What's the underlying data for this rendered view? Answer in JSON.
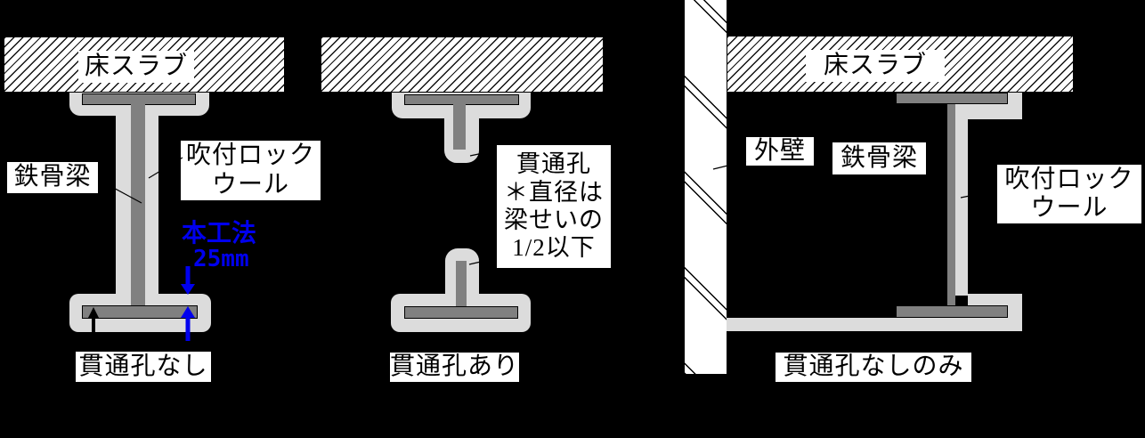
{
  "colors": {
    "background": "#000000",
    "steel_gray": "#808080",
    "fireproofing_gray": "#dcdcdc",
    "slab_white": "#ffffff",
    "annotation_blue": "#0000ee",
    "line_black": "#000000"
  },
  "left_panel": {
    "slab_label": "床スラブ",
    "beam_label": "鉄骨梁",
    "rockwool_label_line1": "吹付ロック",
    "rockwool_label_line2": "ウール",
    "method_label": "本工法",
    "thickness_label": "25mm",
    "caption": "貫通孔なし"
  },
  "middle_panel": {
    "note_line1": "貫通孔",
    "note_line2": "＊直径は",
    "note_line3": "梁せいの",
    "note_line4": "1/2以下",
    "caption": "貫通孔あり"
  },
  "right_panel": {
    "slab_label": "床スラブ",
    "wall_label": "外壁",
    "beam_label": "鉄骨梁",
    "rockwool_label_line1": "吹付ロック",
    "rockwool_label_line2": "ウール",
    "caption": "貫通孔なしのみ"
  }
}
